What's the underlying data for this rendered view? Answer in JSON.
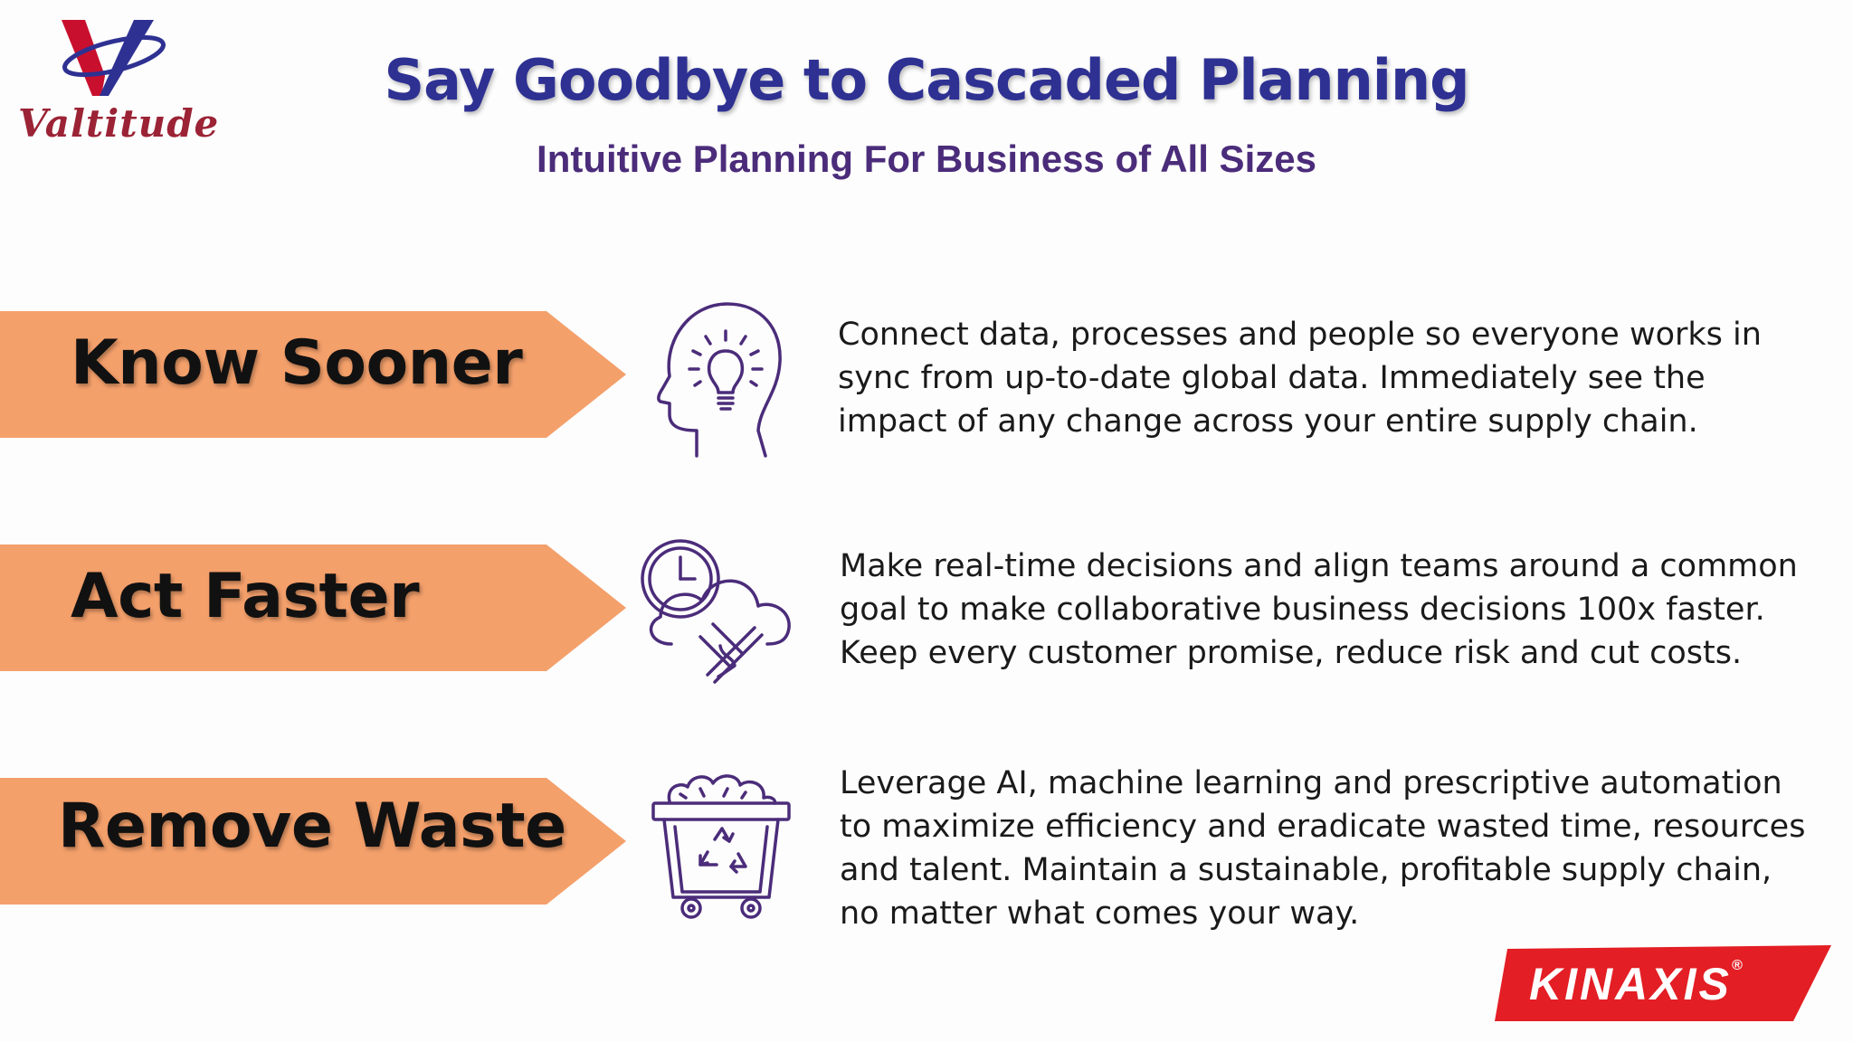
{
  "logos": {
    "valtitude": {
      "word": "Valtitude",
      "letter": "V"
    },
    "kinaxis": {
      "word": "KINAXIS",
      "mark": "®",
      "color": "#e31e24"
    }
  },
  "header": {
    "title": "Say Goodbye to Cascaded Planning",
    "subtitle": "Intuitive Planning For Business of All Sizes"
  },
  "colors": {
    "title": "#2e3192",
    "subtitle": "#4b2c7a",
    "arrow": "#f4a06b",
    "icon_stroke": "#4b2c7a"
  },
  "rows": [
    {
      "label": "Know Sooner",
      "icon": "head-lightbulb-icon",
      "lines": [
        "Connect data, processes and people so everyone works in",
        "sync from up-to-date global data. Immediately see the",
        "impact of any change across your entire supply chain."
      ]
    },
    {
      "label": "Act Faster",
      "icon": "clock-cloud-hourglass-icon",
      "lines": [
        "Make real-time decisions and align teams around a common",
        "goal to make collaborative business decisions 100x faster.",
        "Keep every customer promise, reduce risk and cut costs."
      ]
    },
    {
      "label": "Remove Waste",
      "icon": "recycle-bin-icon",
      "lines": [
        "Leverage AI, machine learning and prescriptive automation",
        "to maximize efficiency and eradicate wasted time, resources",
        "and talent. Maintain a sustainable, profitable supply chain,",
        "no matter what comes your way."
      ]
    }
  ]
}
